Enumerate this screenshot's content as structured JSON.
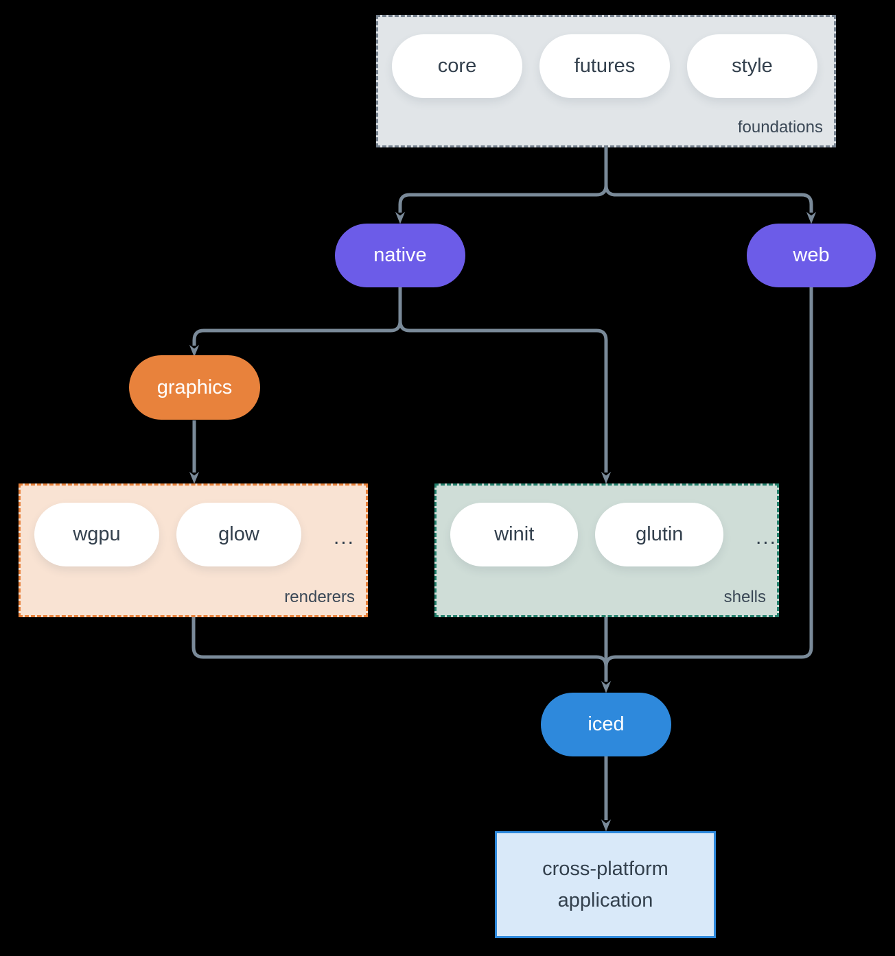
{
  "diagram": {
    "foundations": {
      "label": "foundations",
      "pills": [
        "core",
        "futures",
        "style"
      ]
    },
    "native": {
      "label": "native"
    },
    "web": {
      "label": "web"
    },
    "graphics": {
      "label": "graphics"
    },
    "renderers": {
      "label": "renderers",
      "pills": [
        "wgpu",
        "glow"
      ],
      "ellipsis": "..."
    },
    "shells": {
      "label": "shells",
      "pills": [
        "winit",
        "glutin"
      ],
      "ellipsis": "..."
    },
    "iced": {
      "label": "iced"
    },
    "application": {
      "label": "cross-platform application"
    }
  },
  "colors": {
    "background": "#000000",
    "connector": "#7a8a99",
    "foundations_fill": "#e1e5e8",
    "foundations_border": "#76828f",
    "renderers_fill": "#f9e3d3",
    "renderers_border": "#e8813a",
    "shells_fill": "#cfddd7",
    "shells_border": "#23806c",
    "native_web_fill": "#6c5ce8",
    "graphics_fill": "#e8823c",
    "iced_fill": "#2e89dc",
    "application_fill": "#d9e9f9",
    "application_border": "#2e89dc",
    "pill_text": "#33404d",
    "label_text": "#3b4856"
  }
}
